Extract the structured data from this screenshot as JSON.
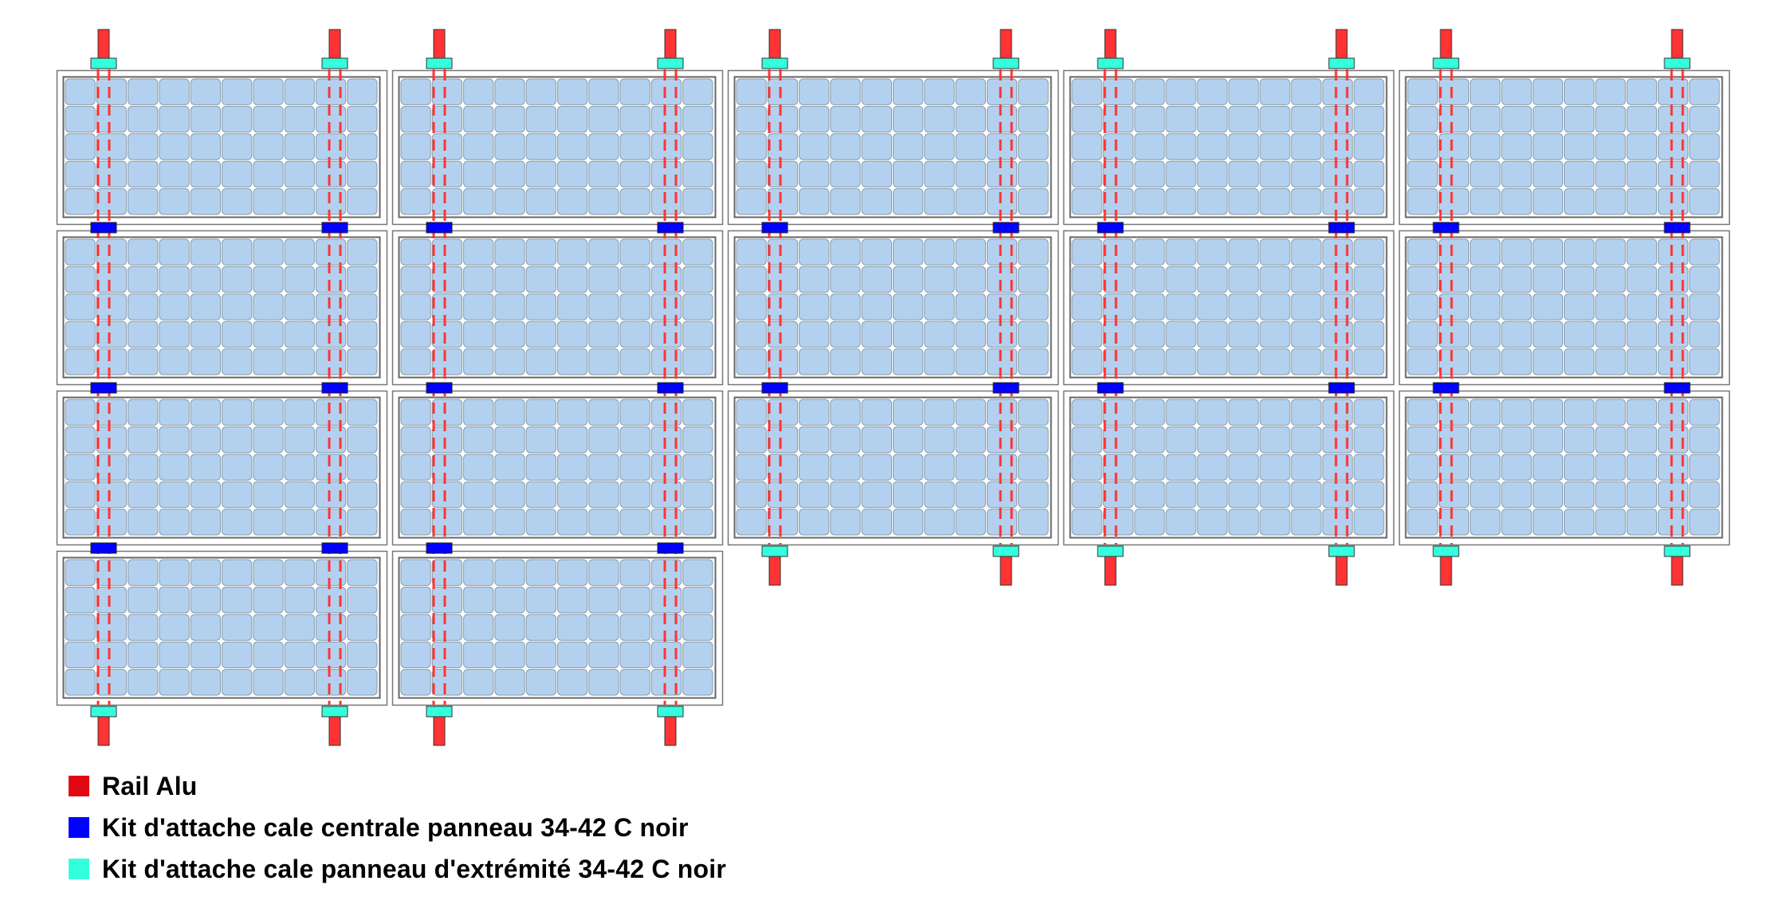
{
  "layout": {
    "panel_columns_row_counts": [
      4,
      4,
      3,
      3,
      3
    ],
    "cells_per_panel": {
      "cols": 10,
      "rows": 5
    },
    "rails_per_column": 2
  },
  "colors": {
    "rail": "#ff3333",
    "center_clamp": "#0000ff",
    "end_clamp": "#33ffdd",
    "cell": "#b3d1ef",
    "frame": "#777777"
  },
  "legend": [
    {
      "label": "Rail Alu",
      "color": "#e30613"
    },
    {
      "label": "Kit d'attache cale centrale panneau 34-42 C noir",
      "color": "#0000ff"
    },
    {
      "label": "Kit d'attache cale panneau d'extrémité 34-42 C noir",
      "color": "#33ffdd"
    }
  ]
}
